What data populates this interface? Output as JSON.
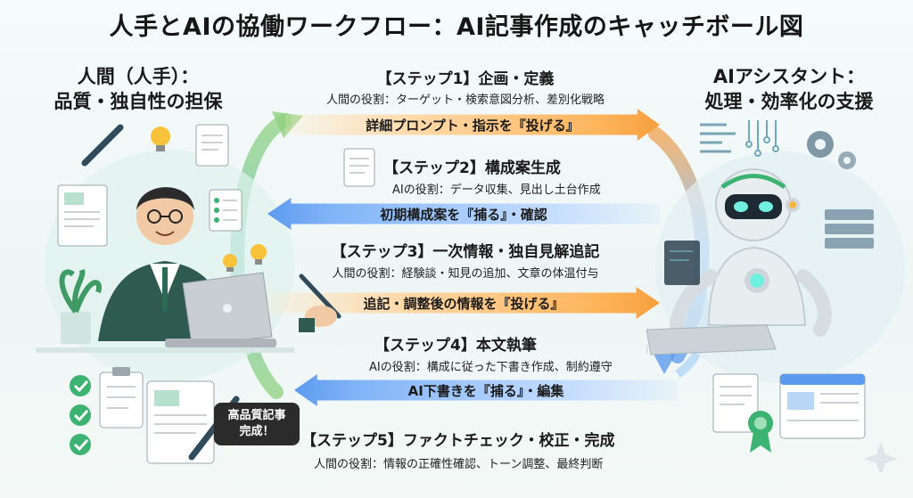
{
  "title": "人手とAIの協働ワークフロー：AI記事作成のキャッチボール図",
  "human": {
    "heading_line1": "人間（人手）：",
    "heading_line2": "品質・独自性の担保"
  },
  "ai": {
    "heading_line1": "AIアシスタント：",
    "heading_line2": "処理・効率化の支援"
  },
  "steps": [
    {
      "title": "【ステップ1】企画・定義",
      "role": "人間の役割：ターゲット・検索意図分析、差別化戦略"
    },
    {
      "title": "【ステップ2】構成案生成",
      "role": "AIの役割：データ収集、見出し土台作成"
    },
    {
      "title": "【ステップ3】一次情報・独自見解追記",
      "role": "人間の役割：経験談・知見の追加、文章の体温付与"
    },
    {
      "title": "【ステップ4】本文執筆",
      "role": "AIの役割：構成に従った下書き作成、制約遵守"
    },
    {
      "title": "【ステップ5】ファクトチェック・校正・完成",
      "role": "人間の役割：情報の正確性確認、トーン調整、最終判断"
    }
  ],
  "arrows": [
    {
      "label": "詳細プロンプト・指示を『投げる』",
      "direction": "to-ai"
    },
    {
      "label": "初期構成案を『捕る』・確認",
      "direction": "to-human"
    },
    {
      "label": "追記・調整後の情報を『投げる』",
      "direction": "to-ai"
    },
    {
      "label": "AI下書きを『捕る』・編集",
      "direction": "to-human"
    }
  ],
  "badge": {
    "line1": "高品質記事",
    "line2": "完成！"
  },
  "colors": {
    "to_ai": "#f59f3d",
    "to_human": "#5c9aef",
    "accent_green": "#3cb371",
    "suit": "#2f5a4f"
  }
}
